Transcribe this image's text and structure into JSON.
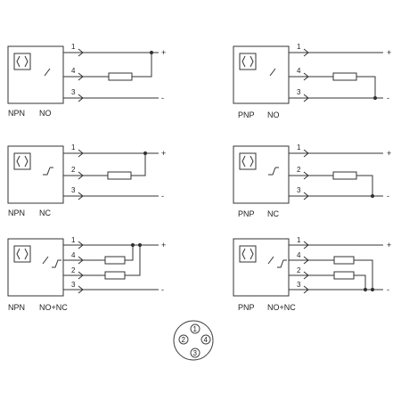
{
  "diagrams": [
    {
      "type": "NPN",
      "mode": "NO",
      "pins": [
        "1",
        "4",
        "3"
      ],
      "supply": [
        "+",
        "-"
      ]
    },
    {
      "type": "PNP",
      "mode": "NO",
      "pins": [
        "1",
        "4",
        "3"
      ],
      "supply": [
        "+",
        "-"
      ]
    },
    {
      "type": "NPN",
      "mode": "NC",
      "pins": [
        "1",
        "2",
        "3"
      ],
      "supply": [
        "+",
        "-"
      ]
    },
    {
      "type": "PNP",
      "mode": "NC",
      "pins": [
        "1",
        "2",
        "3"
      ],
      "supply": [
        "+",
        "-"
      ]
    },
    {
      "type": "NPN",
      "mode": "NO+NC",
      "pins": [
        "1",
        "4",
        "2",
        "3"
      ],
      "supply": [
        "+",
        "-"
      ]
    },
    {
      "type": "PNP",
      "mode": "NO+NC",
      "pins": [
        "1",
        "4",
        "2",
        "3"
      ],
      "supply": [
        "+",
        "-"
      ]
    }
  ],
  "connector": {
    "pins": [
      "1",
      "2",
      "3",
      "4"
    ]
  }
}
